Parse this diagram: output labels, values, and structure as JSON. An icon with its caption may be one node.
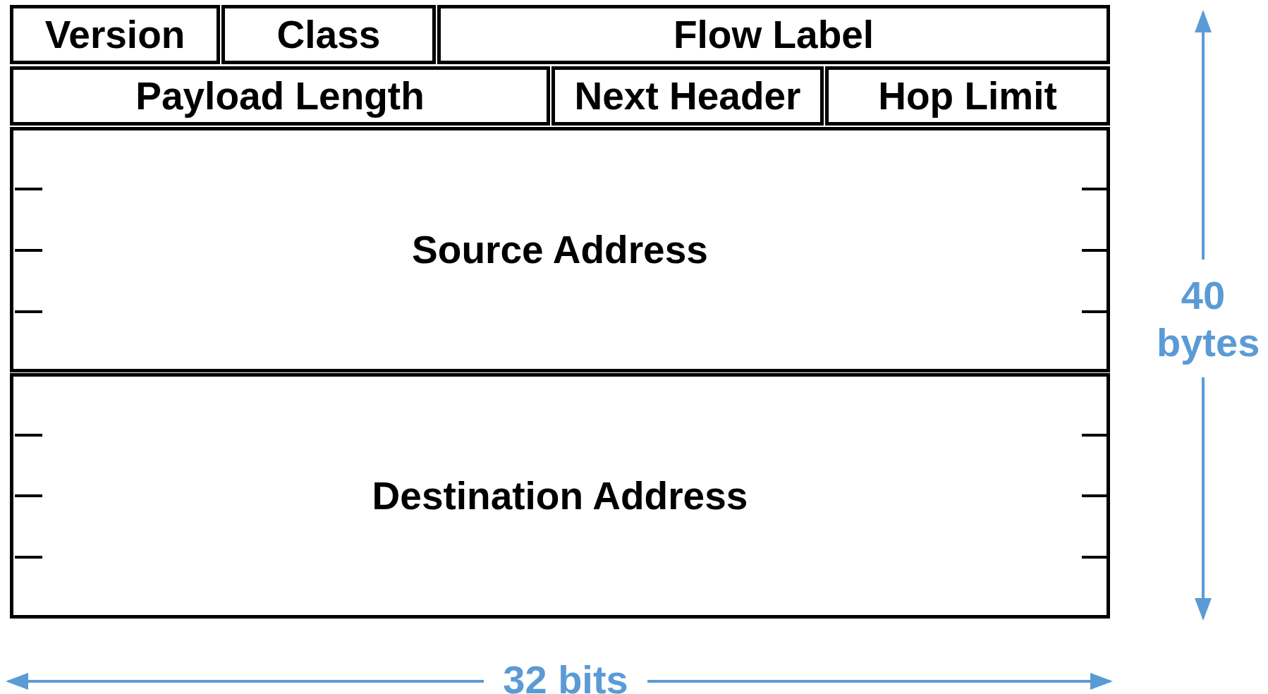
{
  "diagram": {
    "nodes": [
      {
        "text": [
          "Version"
        ]
      },
      {
        "text": [
          "Class"
        ]
      },
      {
        "text": [
          "Flow Label"
        ]
      },
      {
        "text": [
          "Payload Length"
        ]
      },
      {
        "text": [
          "Next Header"
        ]
      },
      {
        "text": [
          "Hop Limit"
        ]
      },
      {
        "text": [
          "Source Address"
        ]
      },
      {
        "text": [
          "Destination Address"
        ]
      }
    ],
    "labels": [
      "40 bytes",
      "32 bits"
    ]
  }
}
